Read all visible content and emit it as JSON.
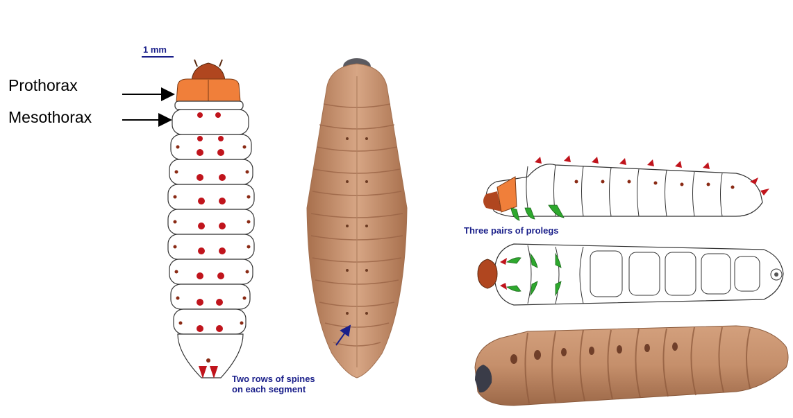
{
  "labels": {
    "scale": "1 mm",
    "prothorax": "Prothorax",
    "mesothorax": "Mesothorax",
    "spines_line1": "Two rows of spines",
    "spines_line2": "on each segment",
    "prolegs": "Three pairs of prolegs"
  },
  "colors": {
    "head": "#b0461f",
    "prothorax": "#f07f3a",
    "spine": "#c0141c",
    "proleg": "#2ea82e",
    "larva_photo": "#c9936e",
    "annotation_text": "#1a1f8a"
  }
}
